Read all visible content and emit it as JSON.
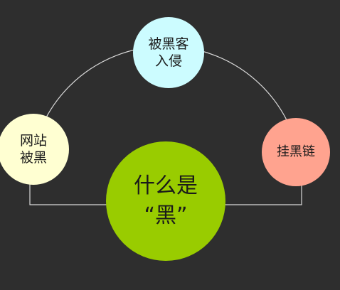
{
  "colors": {
    "background": "#2e2e2e",
    "connector_line": "#d8d8d8",
    "top_node": "#ccfcff",
    "left_node": "#ffffd2",
    "right_node": "#ffa38f",
    "center_node": "#99cc00"
  },
  "nodes": {
    "top": {
      "line1": "被黑客",
      "line2": "入侵"
    },
    "left": {
      "line1": "网站",
      "line2": "被黑"
    },
    "right": {
      "line1": "挂黑链"
    },
    "center": {
      "line1": "什么是",
      "line2": "“黑”"
    }
  }
}
